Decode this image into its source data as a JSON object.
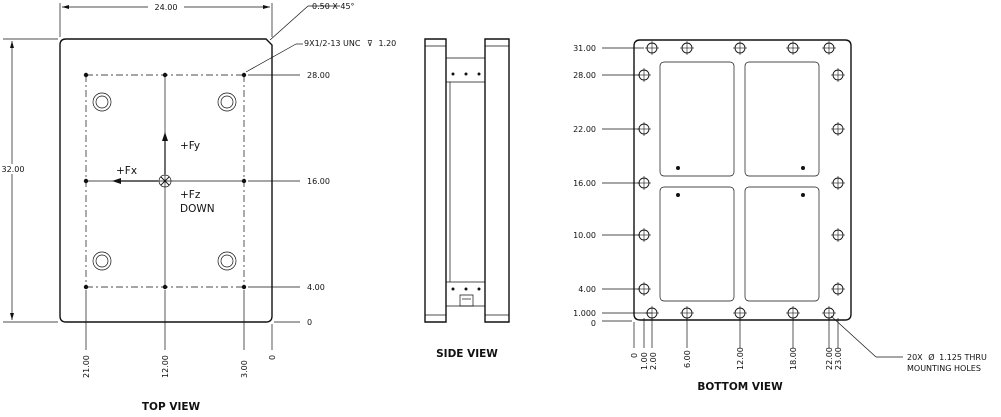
{
  "top_view": {
    "title": "TOP VIEW",
    "width_dim": "24.00",
    "height_dim": "32.00",
    "chamfer_note": "0.50 X 45°",
    "thread_note": "9X1/2-13 UNC",
    "thread_depth_symbol": "⊽",
    "thread_depth": "1.20",
    "right_dims": [
      "28.00",
      "16.00",
      "4.00",
      "0"
    ],
    "bottom_dims": [
      "21.00",
      "12.00",
      "3.00",
      "0"
    ],
    "force_fy": "+Fy",
    "force_fx": "+Fx",
    "force_fz": "+Fz",
    "force_fz_dir": "DOWN"
  },
  "side_view": {
    "title": "SIDE VIEW"
  },
  "bottom_view": {
    "title": "BOTTOM VIEW",
    "left_dims": [
      "31.00",
      "28.00",
      "22.00",
      "16.00",
      "10.00",
      "4.00",
      "1.000",
      "0"
    ],
    "bottom_dims": [
      "0",
      "1.00",
      "2.00",
      "6.00",
      "12.00",
      "18.00",
      "22.00",
      "23.00"
    ],
    "hole_note_line1": "20X",
    "hole_note_diameter": "Ø",
    "hole_note_value": "1.125 THRU",
    "hole_note_line2": "MOUNTING HOLES"
  }
}
